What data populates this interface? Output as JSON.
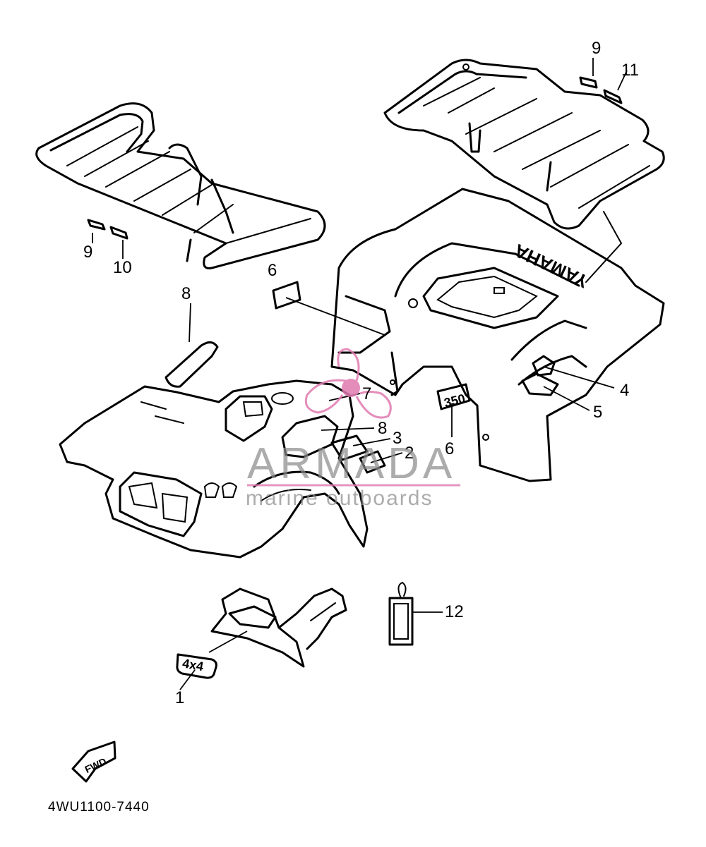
{
  "diagram": {
    "callouts": {
      "c1": "1",
      "c2": "2",
      "c3": "3",
      "c4": "4",
      "c5": "5",
      "c6a": "6",
      "c6b": "6",
      "c7": "7",
      "c8": "8",
      "c8b": "8",
      "c9a": "9",
      "c9b": "9",
      "c10": "10",
      "c11": "11",
      "c12": "12"
    },
    "part_code": "4WU1100-7440",
    "labels": {
      "fwd": "FWD",
      "brand_on_fender": "YAMAHA",
      "badge_4x4": "4x4",
      "badge_350": "350"
    }
  },
  "watermark": {
    "title": "ARMADA",
    "subtitle": "marine outboards",
    "accent_color": "#e07ab0",
    "text_color": "#8a8a8a"
  }
}
